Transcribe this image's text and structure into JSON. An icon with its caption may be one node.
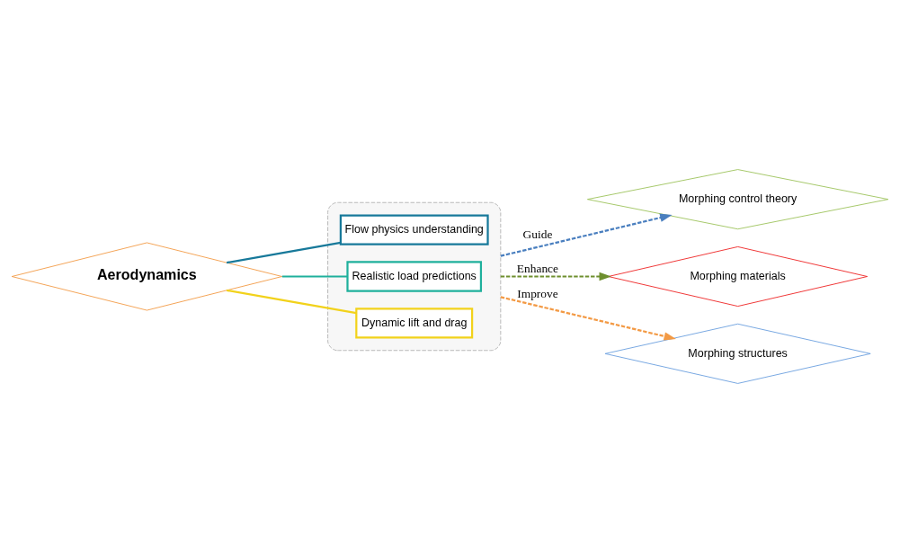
{
  "diagram": {
    "nodes": [
      {
        "text": [
          "Aerodynamics"
        ]
      },
      {
        "text": [],
        "shape": "box"
      },
      {
        "text": [
          "Flow physics understanding"
        ],
        "in": 1
      },
      {
        "text": [
          "Realistic load predictions"
        ],
        "in": 1
      },
      {
        "text": [
          "Dynamic lift and drag"
        ],
        "in": 1
      },
      {
        "text": [
          "Morphing control theory"
        ]
      },
      {
        "text": [
          "Morphing materials"
        ]
      },
      {
        "text": [
          "Morphing structures"
        ]
      }
    ],
    "edges": [
      {
        "from": 0,
        "to": 2,
        "arrow": "none",
        "color": "#17799a"
      },
      {
        "from": 0,
        "to": 3,
        "arrow": "none",
        "color": "#1fb09c"
      },
      {
        "from": 0,
        "to": 4,
        "arrow": "none",
        "color": "#f2d21b"
      },
      {
        "from": 1,
        "to": 5,
        "arrow": "to",
        "label": "Guide",
        "style": "dashed",
        "color": "#4a7fbf"
      },
      {
        "from": 1,
        "to": 6,
        "arrow": "to",
        "label": "Enhance",
        "style": "dashed",
        "color": "#6e8f2f"
      },
      {
        "from": 1,
        "to": 7,
        "arrow": "to",
        "label": "Improve",
        "style": "dashed",
        "color": "#f39a45"
      }
    ]
  }
}
